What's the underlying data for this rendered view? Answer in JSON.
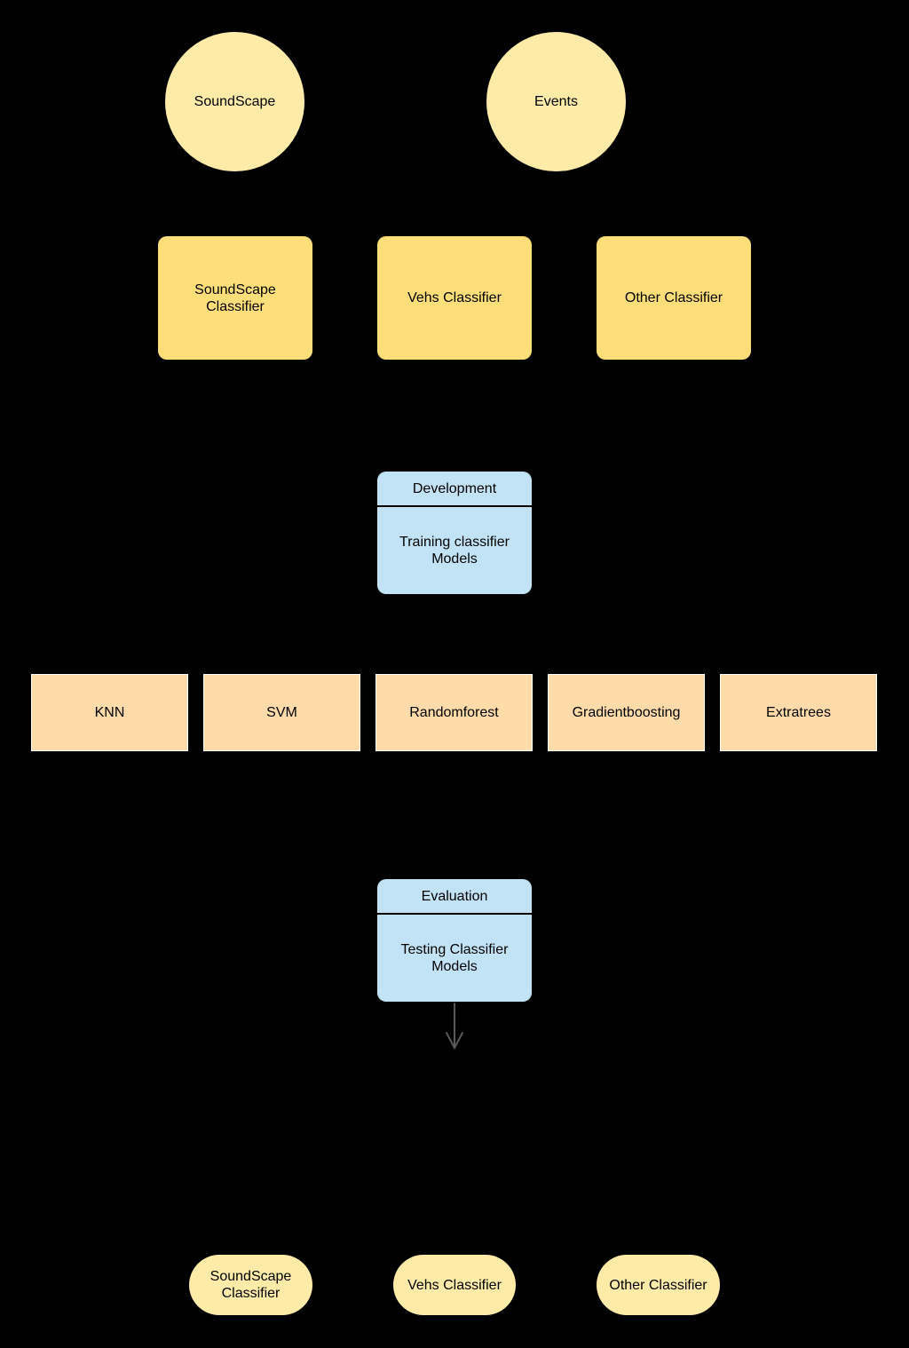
{
  "colors": {
    "background": "#000000",
    "input_fill": "#FFEBA8",
    "classifier_fill": "#FEDE78",
    "swimlane_fill": "#C2E3F6",
    "algorithm_fill": "#FFDBAA",
    "output_fill": "#FFEBA8",
    "arrow": "#5A5A5A"
  },
  "inputs": [
    {
      "label": "SoundScape"
    },
    {
      "label": "Events"
    }
  ],
  "classifiers": [
    {
      "label": "SoundScape\nClassifier"
    },
    {
      "label": "Vehs Classifier"
    },
    {
      "label": "Other Classifier"
    }
  ],
  "development": {
    "header": "Development",
    "body": "Training classifier\nModels"
  },
  "algorithms": [
    {
      "label": "KNN"
    },
    {
      "label": "SVM"
    },
    {
      "label": "Randomforest"
    },
    {
      "label": "Gradientboosting"
    },
    {
      "label": "Extratrees"
    }
  ],
  "evaluation": {
    "header": "Evaluation",
    "body": "Testing Classifier\nModels"
  },
  "outputs": [
    {
      "label": "SoundScape\nClassifier"
    },
    {
      "label": "Vehs Classifier"
    },
    {
      "label": "Other Classifier"
    }
  ]
}
